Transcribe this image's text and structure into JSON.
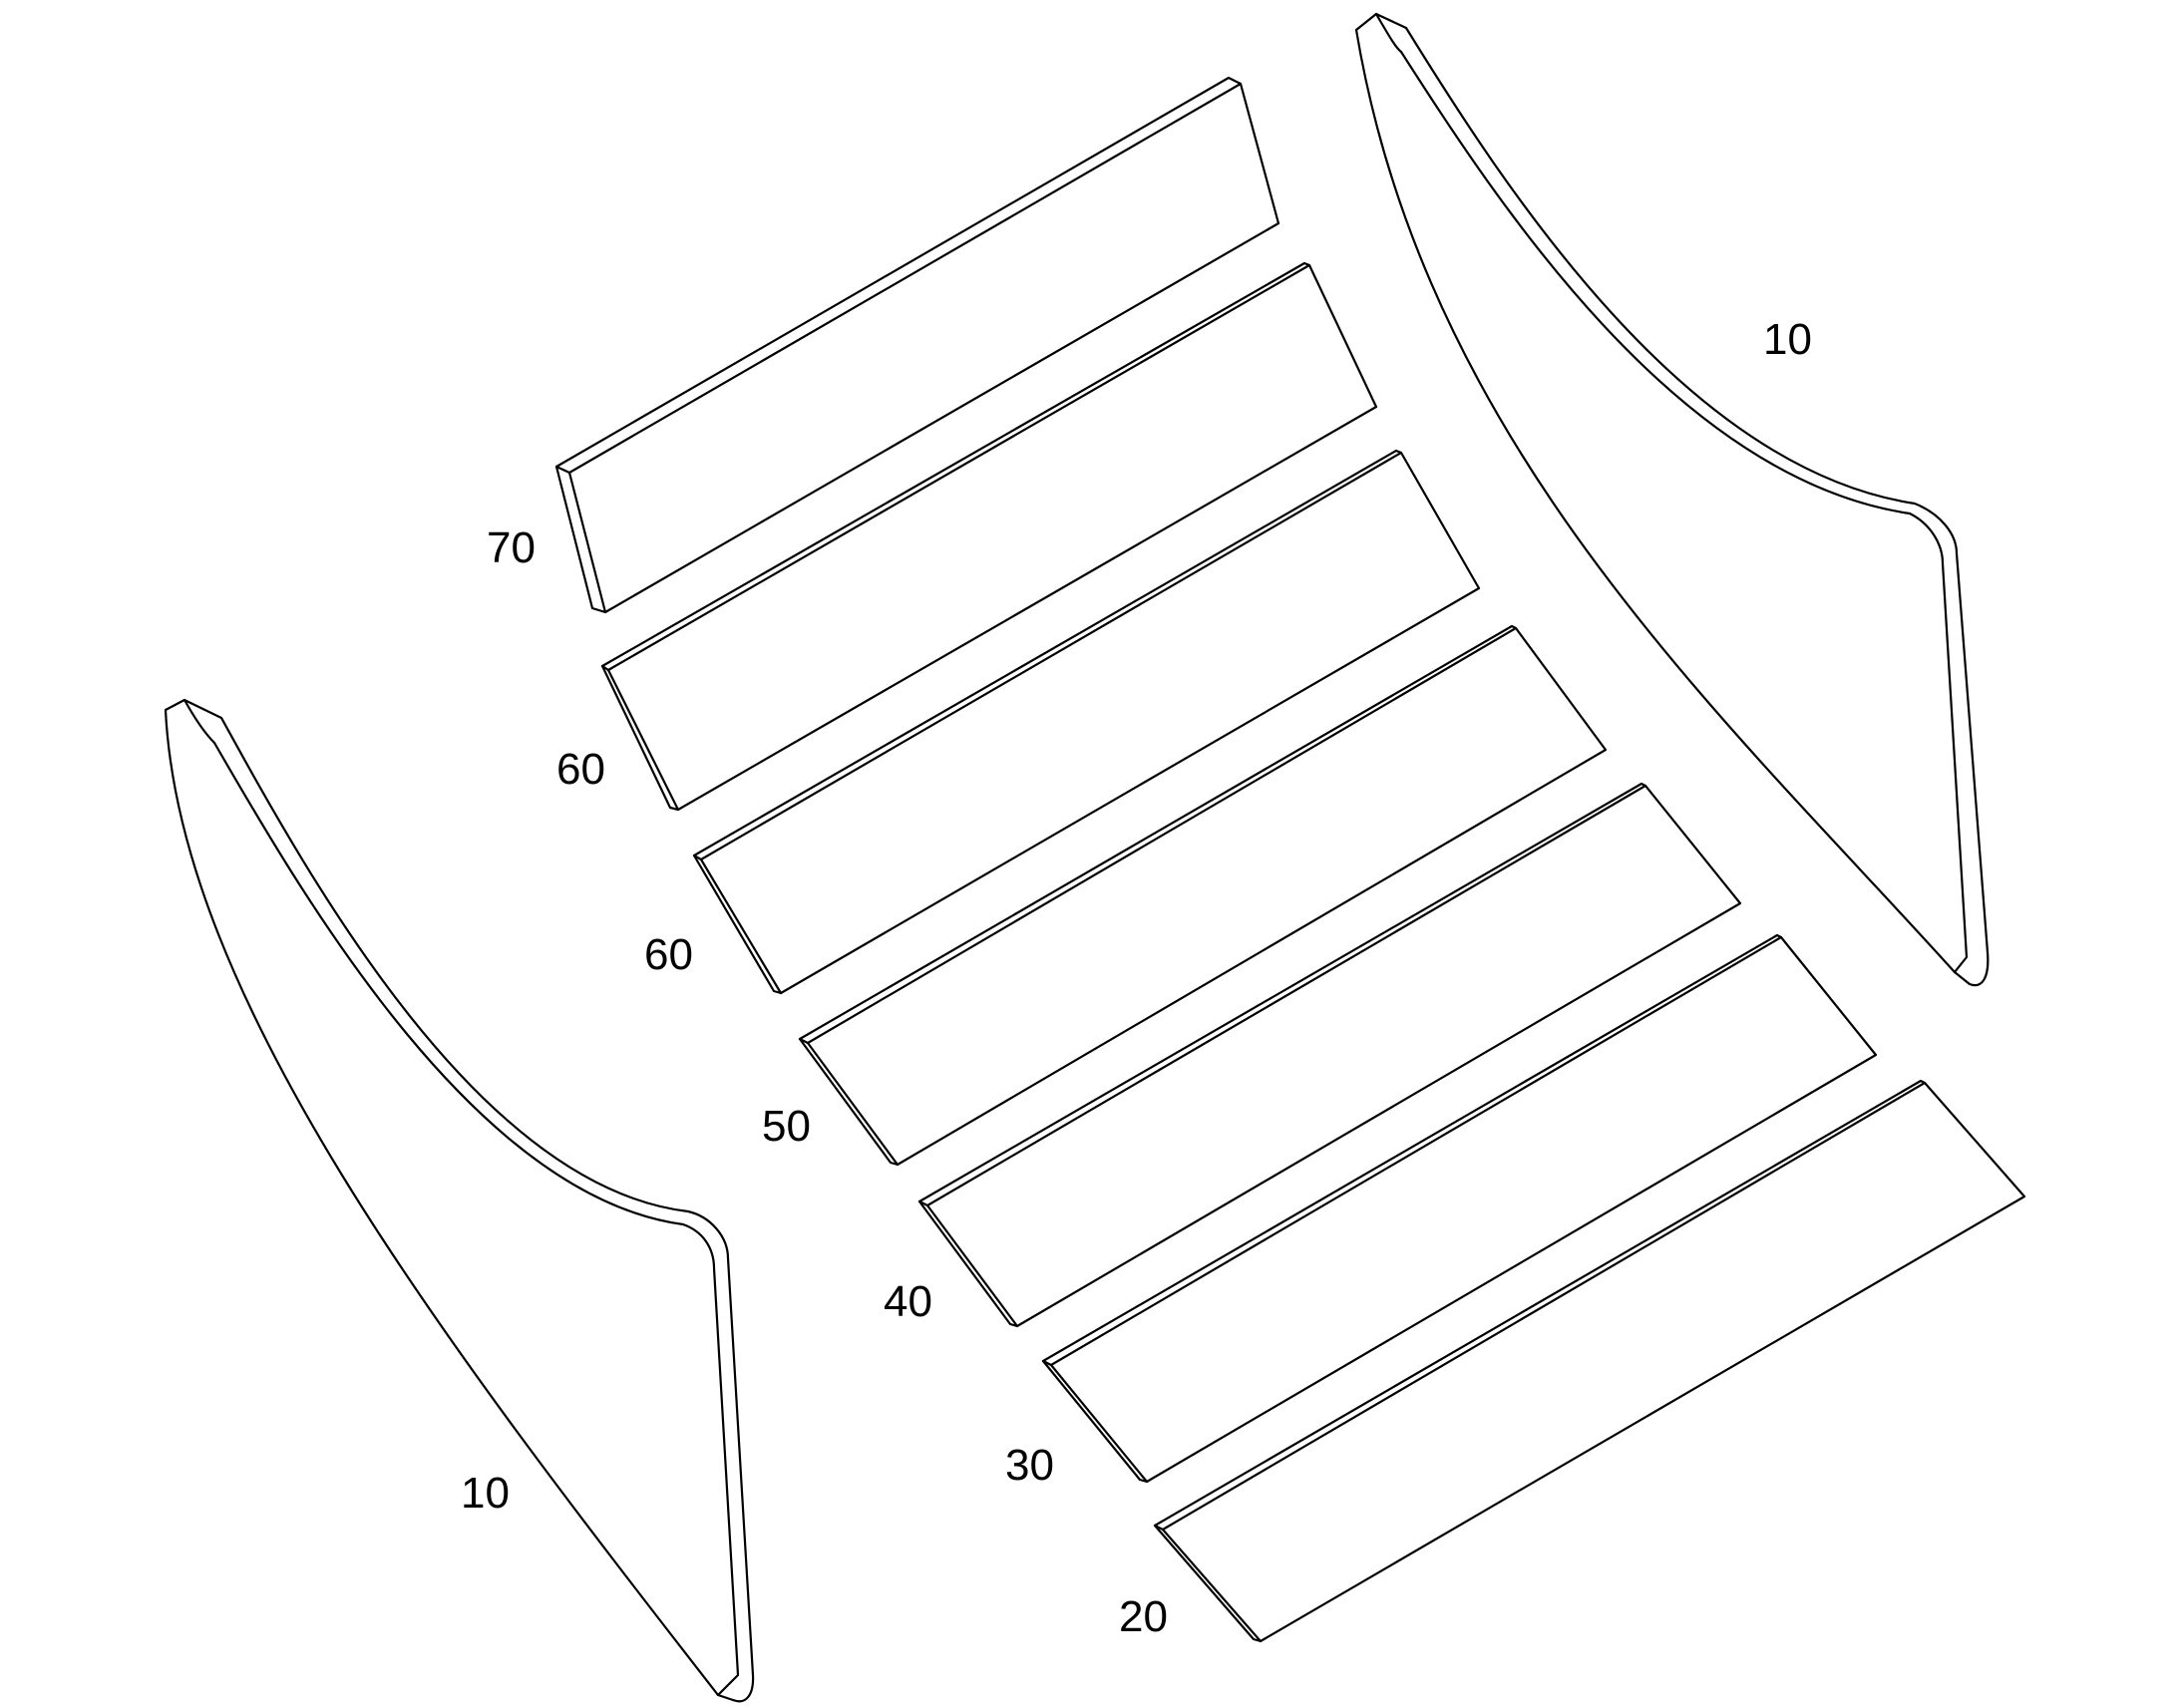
{
  "figure": {
    "labels": {
      "side_panel_right": "10",
      "side_panel_left": "10",
      "slat_top": "70",
      "slat_second": "60",
      "slat_third": "60",
      "slat_fourth": "50",
      "slat_fifth": "40",
      "slat_sixth": "30",
      "slat_bottom": "20"
    },
    "colors": {
      "line": "#000000",
      "background": "#ffffff"
    }
  }
}
